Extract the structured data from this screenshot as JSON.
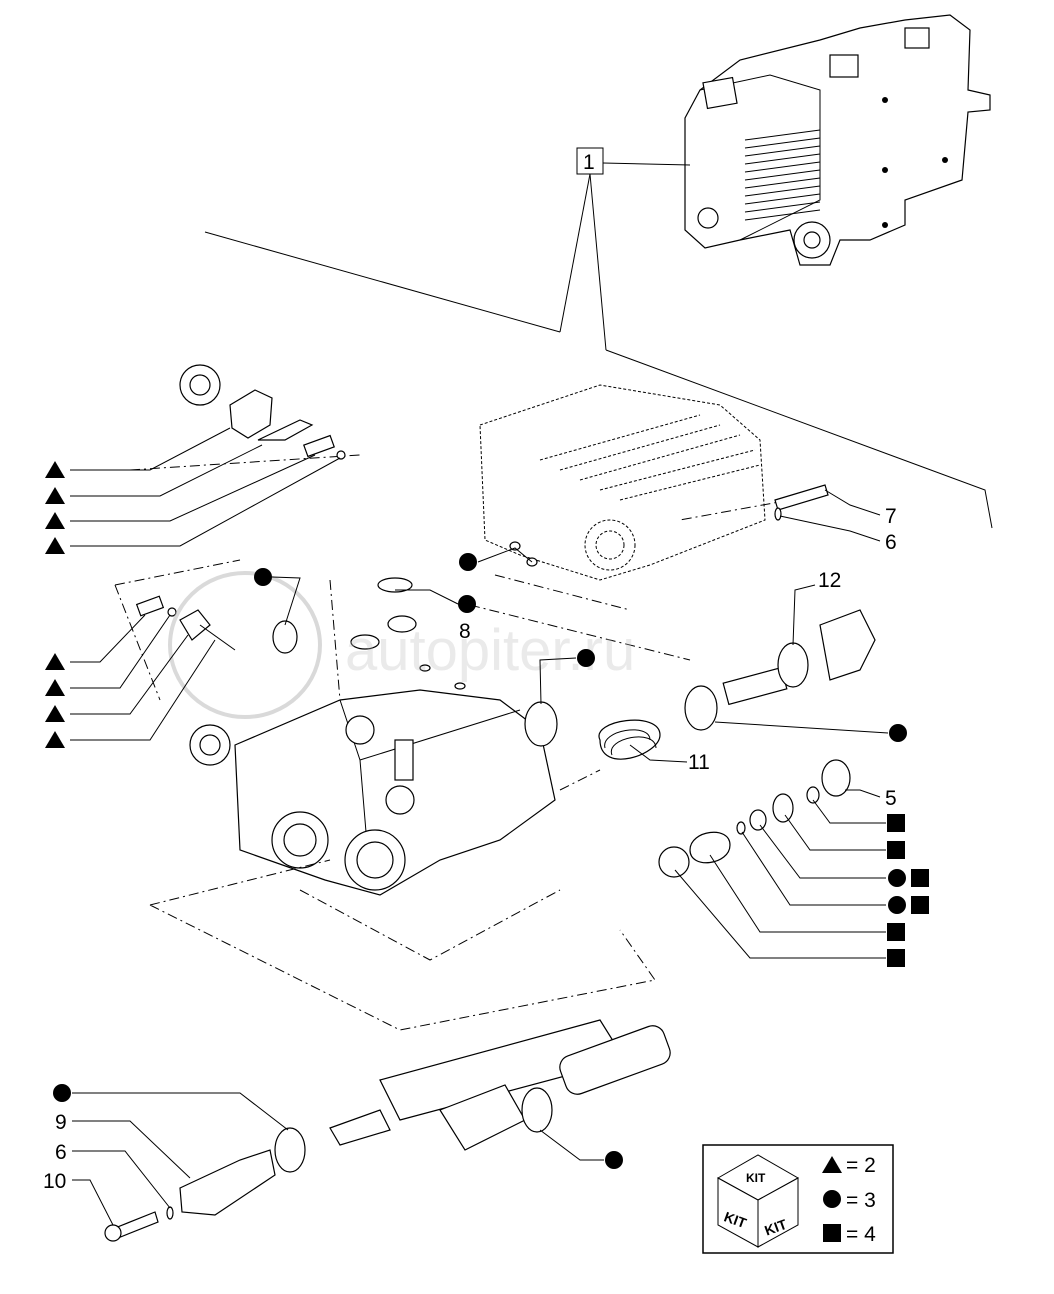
{
  "diagram": {
    "main_assembly_label": "1",
    "watermark": "autopiter.ru",
    "callouts": {
      "screw_top": "7",
      "washer_top": "6",
      "seal_12": "12",
      "oring_8": "8",
      "spring_11": "11",
      "plug_5": "5",
      "bracket_9": "9",
      "washer_bottom": "6",
      "screw_10": "10"
    },
    "kit_legend": {
      "cube_label": "KIT",
      "triangle": "= 2",
      "circle": "= 3",
      "square": "= 4"
    },
    "colors": {
      "line": "#000000",
      "background": "#ffffff"
    }
  }
}
